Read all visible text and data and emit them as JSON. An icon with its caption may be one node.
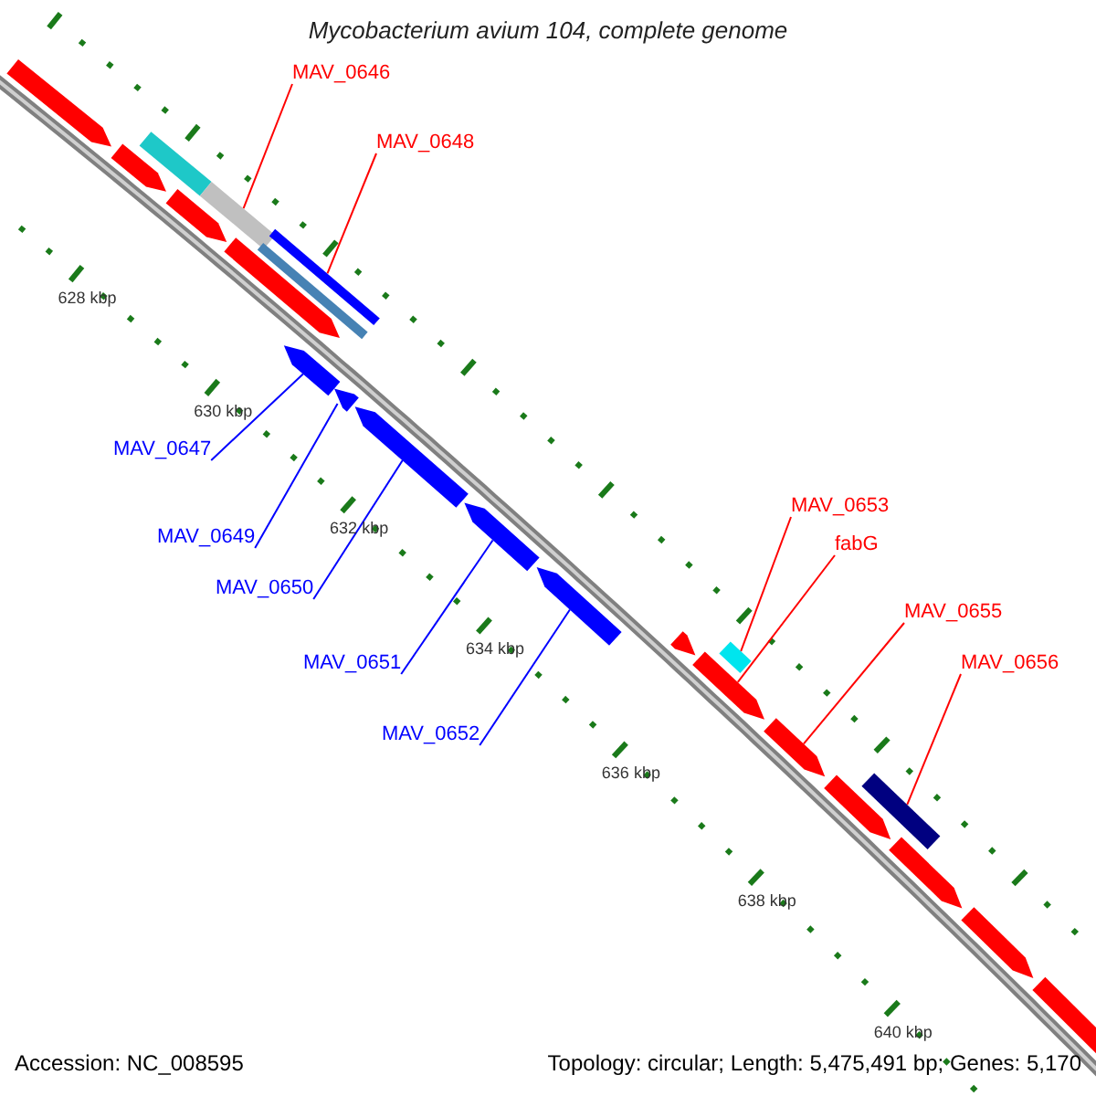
{
  "diagram": {
    "title": "Mycobacterium avium 104, complete genome",
    "nodes": [
      {
        "text": [
          "MAV_0646"
        ]
      },
      {
        "text": [
          "MAV_0648"
        ]
      },
      {
        "text": [
          "MAV_0647"
        ]
      },
      {
        "text": [
          "MAV_0649"
        ]
      },
      {
        "text": [
          "MAV_0650"
        ]
      },
      {
        "text": [
          "MAV_0651"
        ]
      },
      {
        "text": [
          "MAV_0652"
        ]
      },
      {
        "text": [
          "MAV_0653"
        ]
      },
      {
        "text": [
          "fabG"
        ]
      },
      {
        "text": [
          "MAV_0655"
        ]
      },
      {
        "text": [
          "MAV_0656"
        ]
      },
      {
        "text": [],
        "shape": "arrow"
      },
      {
        "text": [],
        "shape": "arrow"
      },
      {
        "text": [],
        "shape": "bar"
      },
      {
        "text": [],
        "shape": "arrow"
      },
      {
        "text": [],
        "shape": "bar"
      },
      {
        "text": [],
        "shape": "arrow"
      },
      {
        "text": [],
        "shape": "bar"
      },
      {
        "text": [],
        "shape": "bar"
      },
      {
        "text": [],
        "shape": "arrow"
      },
      {
        "text": [],
        "shape": "arrow"
      },
      {
        "text": [],
        "shape": "arrow"
      },
      {
        "text": [],
        "shape": "arrow"
      },
      {
        "text": [],
        "shape": "arrow"
      },
      {
        "text": [],
        "shape": "arrow"
      },
      {
        "text": [],
        "shape": "arrow"
      },
      {
        "text": [],
        "shape": "bar"
      },
      {
        "text": [],
        "shape": "arrow"
      },
      {
        "text": [],
        "shape": "arrow"
      },
      {
        "text": [],
        "shape": "bar"
      },
      {
        "text": [],
        "shape": "arrow"
      },
      {
        "text": [],
        "shape": "arrow"
      },
      {
        "text": [],
        "shape": "arrow"
      }
    ],
    "edges": [
      {
        "from": 0,
        "to": 15,
        "arrow": "none"
      },
      {
        "from": 1,
        "to": 18,
        "arrow": "none"
      },
      {
        "from": 2,
        "to": 19,
        "arrow": "none",
        "color": "#0000ff"
      },
      {
        "from": 3,
        "to": 20,
        "arrow": "none",
        "color": "#0000ff"
      },
      {
        "from": 4,
        "to": 21,
        "arrow": "none",
        "color": "#0000ff"
      },
      {
        "from": 5,
        "to": 22,
        "arrow": "none",
        "color": "#0000ff"
      },
      {
        "from": 6,
        "to": 23,
        "arrow": "none",
        "color": "#0000ff"
      },
      {
        "from": 7,
        "to": 26,
        "arrow": "none"
      },
      {
        "from": 8,
        "to": 25,
        "arrow": "none"
      },
      {
        "from": 9,
        "to": 27,
        "arrow": "none"
      },
      {
        "from": 10,
        "to": 29,
        "arrow": "none"
      }
    ],
    "labels": [
      "628 kbp",
      "630 kbp",
      "632 kbp",
      "634 kbp",
      "636 kbp",
      "638 kbp",
      "640 kbp",
      "Accession: NC_008595",
      "Topology: circular; Length: 5,475,491 bp; Genes: 5,170"
    ]
  }
}
